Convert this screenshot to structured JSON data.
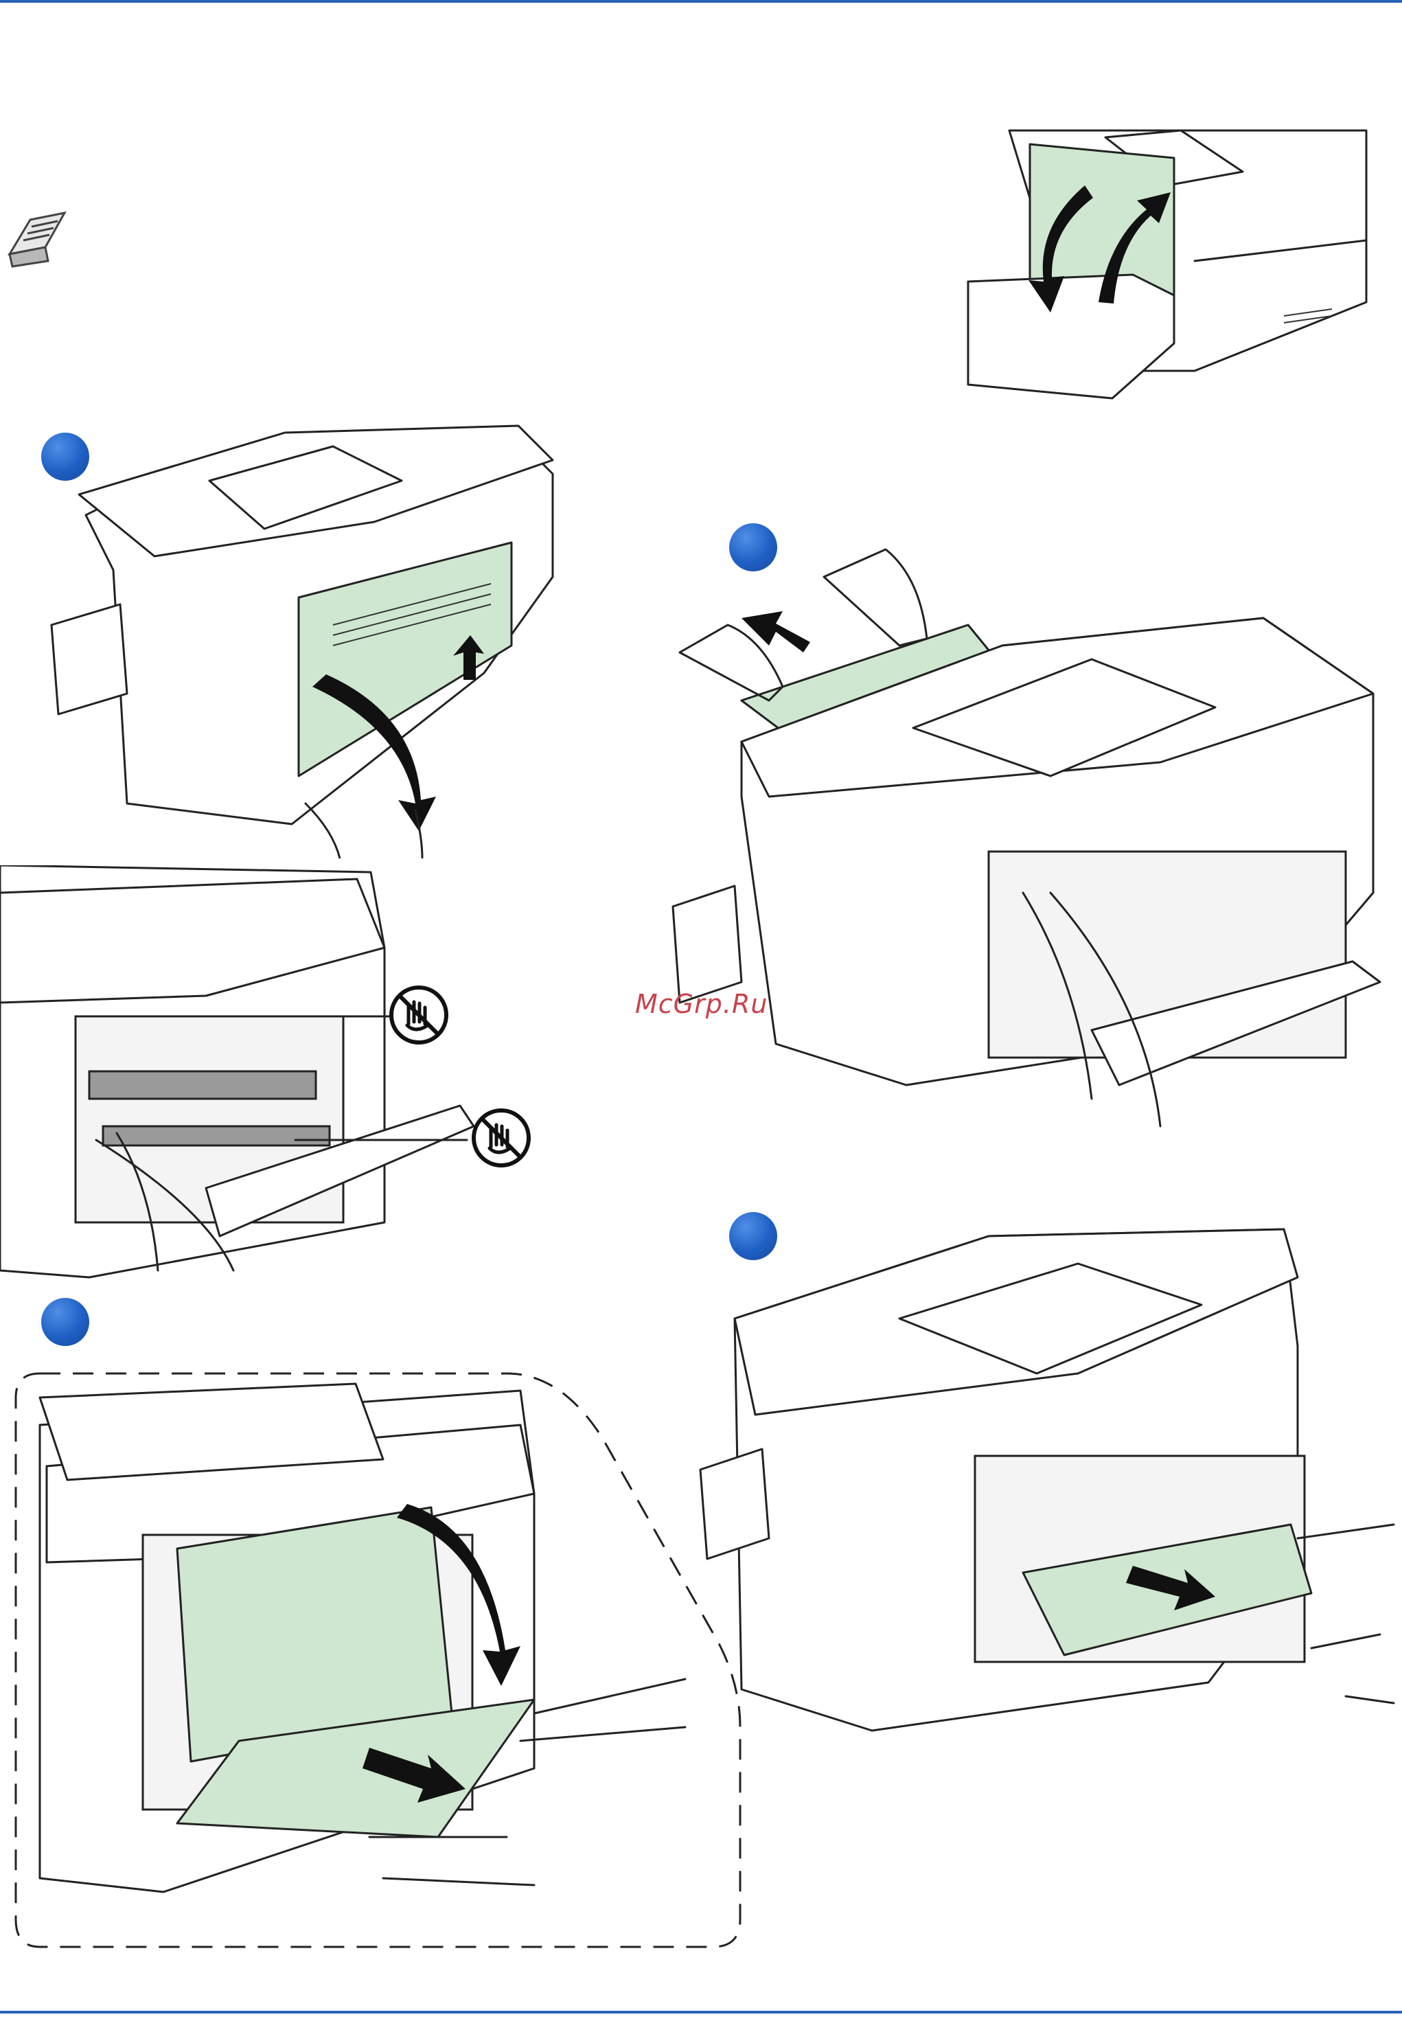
{
  "page": {
    "watermark": "McGrp.Ru",
    "accent_color": "#2a62b8",
    "paper_color": "#cfe7d0"
  },
  "note": {
    "icon": "note-icon"
  },
  "steps": [
    {
      "number": "",
      "caption": "open-rear-cover"
    },
    {
      "number": "",
      "caption": "pull-paper-from-top"
    },
    {
      "number": "",
      "caption": "pull-paper-from-rear"
    },
    {
      "number": "",
      "caption": "lift-fuser-guide-and-remove-paper"
    }
  ],
  "warnings": [
    {
      "icon": "no-touch-icon"
    },
    {
      "icon": "no-touch-icon"
    }
  ]
}
